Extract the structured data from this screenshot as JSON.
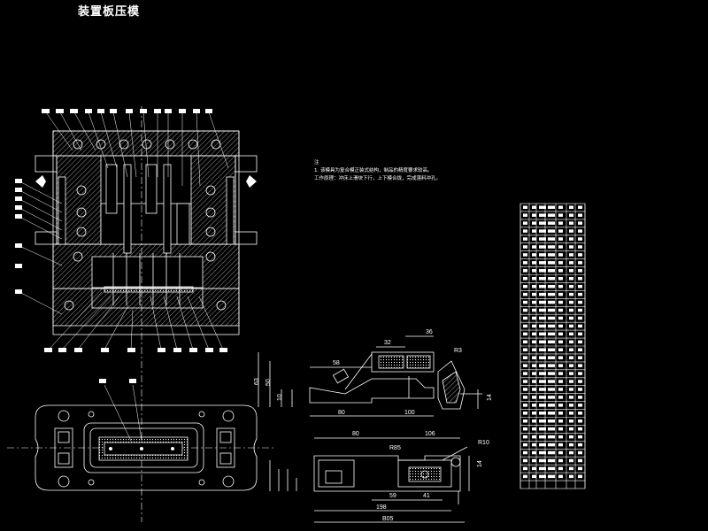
{
  "drawing": {
    "title": "装置板压模",
    "notes": [
      "注",
      "1. 该模具为复合模正装式结构，制品的精度要求较高。",
      "工作原理：冲床上滑块下行，上下模合拢，完成落料冲孔。"
    ],
    "dimensions": {
      "top_view": {
        "d63": "63",
        "d50": "50",
        "d58": "58",
        "d32": "32",
        "d36": "36",
        "d10": "10",
        "d80": "80",
        "d100": "100",
        "d14": "14",
        "r": "R3"
      },
      "bottom_view": {
        "d80": "80",
        "d106": "106",
        "r85": "R85",
        "r10": "R10",
        "d14": "14",
        "d59": "59",
        "d41": "41",
        "d198": "198",
        "d205": "B05"
      }
    }
  }
}
